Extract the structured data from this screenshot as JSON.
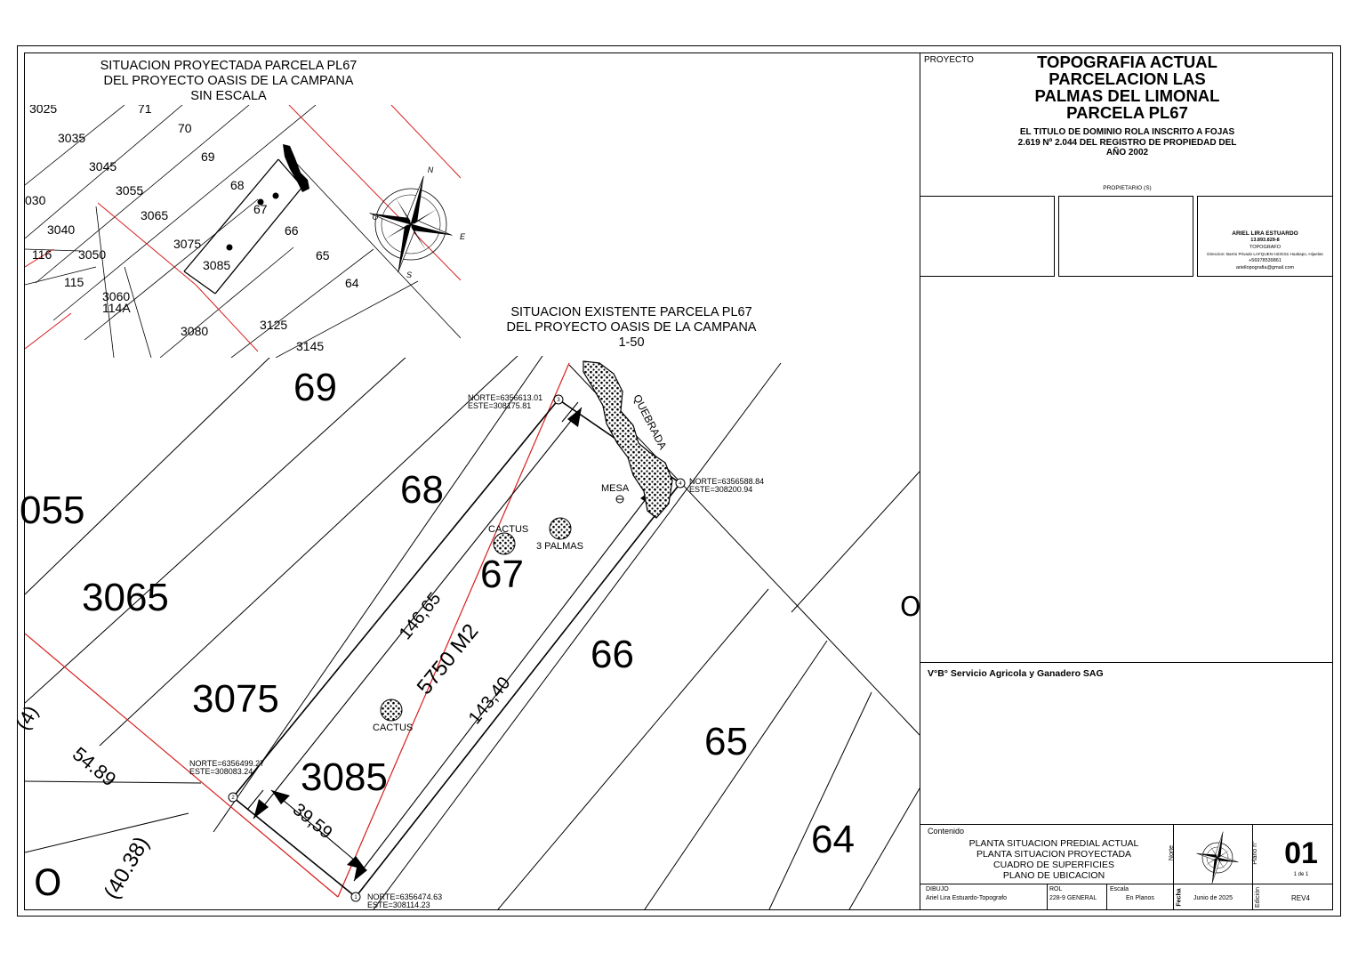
{
  "drawing": {
    "proj_title": [
      "SITUACION PROYECTADA PARCELA PL67",
      "DEL PROYECTO OASIS DE LA CAMPANA",
      "SIN ESCALA"
    ],
    "exist_title": [
      "SITUACION EXISTENTE PARCELA PL67",
      "DEL PROYECTO OASIS DE LA CAMPANA",
      "1-50"
    ],
    "small_lots": [
      "3025",
      "71",
      "3035",
      "70",
      "3045",
      "69",
      "3055",
      "68",
      "030",
      "3065",
      "67",
      "3040",
      "66",
      "116",
      "3050",
      "3075",
      "115",
      "3085",
      "65",
      "64",
      "3060",
      "114A",
      "3080",
      "3125",
      "3145"
    ],
    "big_lots": [
      "69",
      "68",
      "055",
      "3065",
      "67",
      "3075",
      "66",
      "65",
      "3085",
      "64"
    ],
    "dims": {
      "long_a": "146,65",
      "long_b": "143,40",
      "width": "39,59",
      "area": "5750 M2",
      "side": "54.89",
      "paren_a": "(40.38)",
      "paren_b": "(4)"
    },
    "features": {
      "creek": "QUEBRADA",
      "table": "MESA",
      "cactus_a": "CACTUS",
      "cactus_b": "CACTUS",
      "palms": "3 PALMAS"
    },
    "coords": [
      {
        "id": "3",
        "n": "NORTE=6356613.01",
        "e": "ESTE=308175.81"
      },
      {
        "id": "4",
        "n": "NORTE=6356588.84",
        "e": "ESTE=308200.94"
      },
      {
        "id": "2",
        "n": "NORTE=6356499.27",
        "e": "ESTE=308083.24"
      },
      {
        "id": "1",
        "n": "NORTE=6356474.63",
        "e": "ESTE=308114.23"
      }
    ],
    "compass": {
      "n": "N",
      "s": "S",
      "e": "E",
      "o": "O"
    }
  },
  "title_block": {
    "proyecto_label": "PROYECTO",
    "project_title": [
      "TOPOGRAFIA ACTUAL",
      "PARCELACION LAS",
      "PALMAS DEL LIMONAL",
      "PARCELA PL67"
    ],
    "title_note": [
      "EL TITULO DE DOMINIO ROLA INSCRITO A FOJAS",
      "2.619 Nº 2.044 DEL REGISTRO DE PROPIEDAD DEL",
      "AÑO 2002"
    ],
    "propietario_label": "PROPIETARIO (S)",
    "surveyor": [
      "ARIEL LIRA ESTUARDO",
      "13.893.829-8",
      "TOPOGRAFO",
      "Direccion: Barrio Privado LAFQUEN H23C51 Huakapo, Hijuelas",
      "+56978539861",
      "ariellopografia@gmail.com"
    ],
    "sag_label": "V°B° Servicio Agricola y Ganadero SAG",
    "contenido_label": "Contenido",
    "contenido": [
      "PLANTA SITUACION PREDIAL ACTUAL",
      "PLANTA SITUACION PROYECTADA",
      "CUADRO DE SUPERFICIES",
      "PLANO DE UBICACION"
    ],
    "norte_label": "Norte",
    "plano_label": "Plano n°",
    "plano_number": "01",
    "plano_count": "1 de 1",
    "dibujo_label": "DIBUJO",
    "dibujo_value": "Ariel Lira Estuardo-Topografo",
    "rol_label": "ROL",
    "rol_value": "228-9 GENERAL",
    "escala_label": "Escala",
    "escala_value": "En Planos",
    "fecha_label": "Fecha",
    "fecha_value": "Junio de 2025",
    "edicion_label": "Edición",
    "edicion_value": "REV4"
  }
}
